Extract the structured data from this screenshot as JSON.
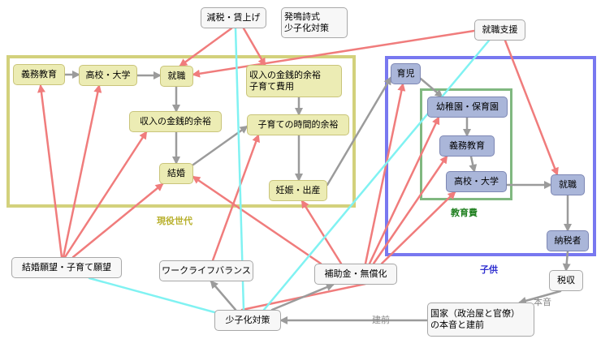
{
  "colors": {
    "red": "#f07c7c",
    "gray": "#9b9b9b",
    "cyan": "#80f2f2",
    "current_gen_border": "#d3d17c",
    "current_gen_label": "#b8b02c",
    "child_border": "#7878f0",
    "child_label": "#3030d0",
    "education_border": "#80b880",
    "education_label": "#208020"
  },
  "groups": {
    "current_generation": "現役世代",
    "child": "子供",
    "education_cost": "教育費"
  },
  "nodes": {
    "tax_cut": "減税・賃上げ",
    "propaganda": [
      "発鳴詩式",
      "少子化対策"
    ],
    "job_support": "就職支援",
    "compulsory_edu": "義務教育",
    "high_school_univ": "高校・大学",
    "employment": "就職",
    "income_margin": "収入の金銭的余裕",
    "income_margin_cost": [
      "収入の金銭的余裕",
      "子育て費用"
    ],
    "time_margin": "子育ての時間的余裕",
    "marriage": "結婚",
    "pregnancy": "妊娠・出産",
    "childcare": "育児",
    "kindergarten": "幼稚園・保育園",
    "child_compulsory_edu": "義務教育",
    "child_high_school_univ": "高校・大学",
    "child_employment": "就職",
    "taxpayer": "納税者",
    "tax_revenue": "税収",
    "marriage_desire": "結婚願望・子育て願望",
    "work_life_balance": "ワークライフバランス",
    "subsidy": "補助金・無償化",
    "birthrate_policy": "少子化対策",
    "government": [
      "国家（政治屋と官僚）",
      "の本音と建前"
    ]
  },
  "edge_labels": {
    "honne": "本音",
    "tatemae": "建前"
  }
}
